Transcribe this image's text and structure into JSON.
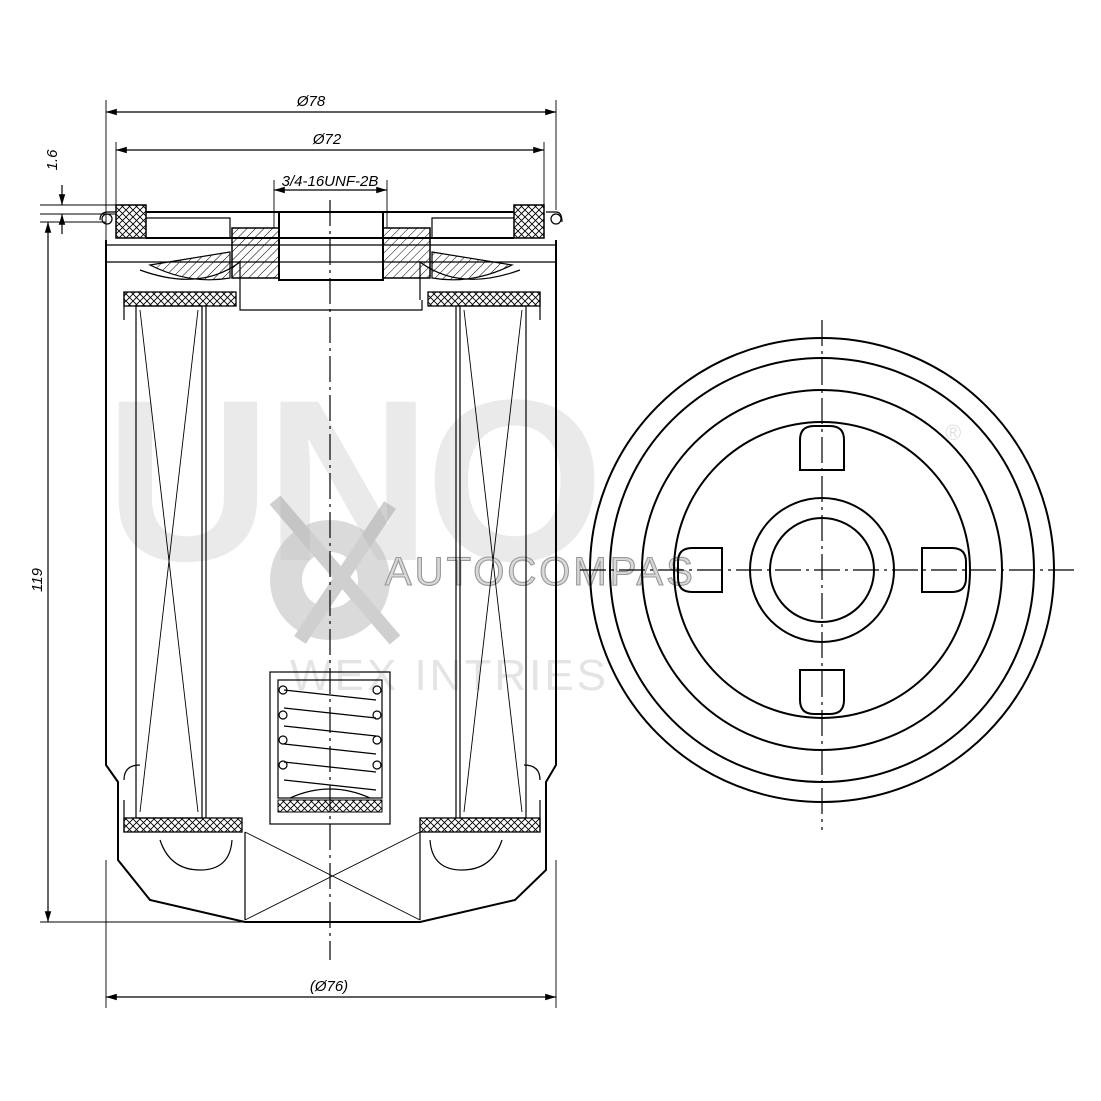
{
  "drawing": {
    "dimensions": {
      "outer_diameter": "Ø78",
      "gasket_diameter": "Ø72",
      "thread": "3/4-16UNF-2B",
      "gasket_height": "1.6",
      "height": "119",
      "body_diameter": "(Ø76)"
    },
    "watermark": {
      "logo": "UNO",
      "registered": "®",
      "brand": "AUTOCOMPAS",
      "tagline": "WEX INTRIES"
    },
    "colors": {
      "line": "#000000",
      "watermark": "#d9d9d9",
      "hatch": "#000000"
    }
  }
}
